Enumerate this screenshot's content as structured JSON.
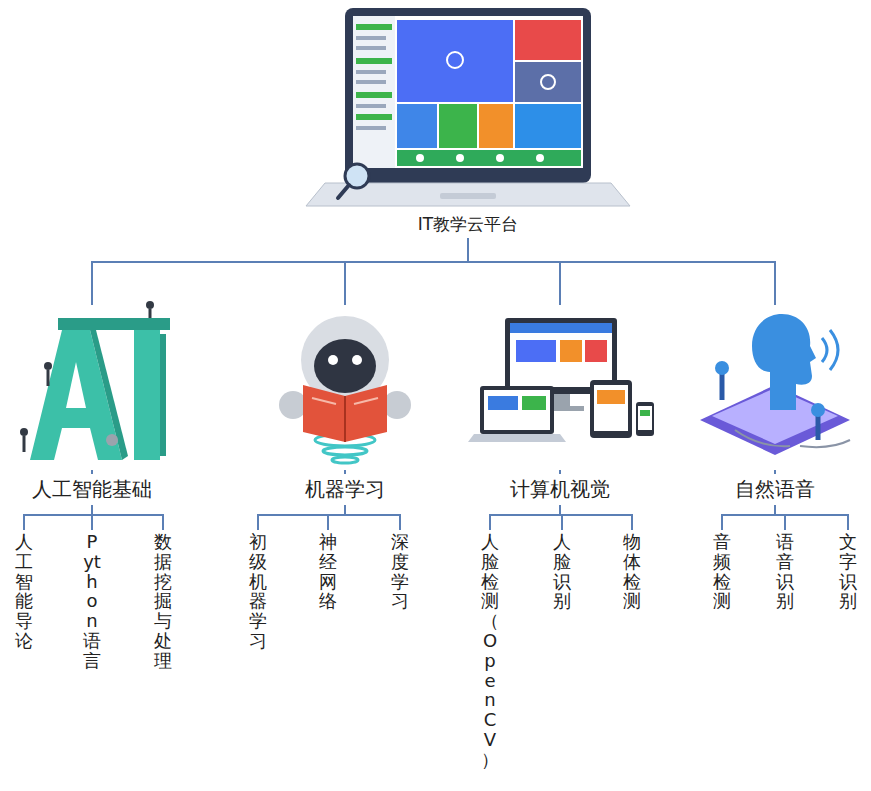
{
  "diagram": {
    "nodes": [
      {
        "text": [
          "IT教学云平台"
        ]
      },
      {
        "text": [
          "人工智能基础"
        ]
      },
      {
        "text": [
          "机器学习"
        ]
      },
      {
        "text": [
          "计算机视觉"
        ]
      },
      {
        "text": [
          "自然语音"
        ]
      },
      {
        "text": [
          "人工智能导论"
        ]
      },
      {
        "text": [
          "Python语言"
        ]
      },
      {
        "text": [
          "数据挖掘与处理"
        ]
      },
      {
        "text": [
          "初级机器学习"
        ]
      },
      {
        "text": [
          "神经网络"
        ]
      },
      {
        "text": [
          "深度学习"
        ]
      },
      {
        "text": [
          "人脸检测（OpenCV）"
        ]
      },
      {
        "text": [
          "人脸识别"
        ]
      },
      {
        "text": [
          "物体检测"
        ]
      },
      {
        "text": [
          "音频检测"
        ]
      },
      {
        "text": [
          "语音识别"
        ]
      },
      {
        "text": [
          "文字识别"
        ]
      }
    ],
    "edges": [
      {
        "from": 0,
        "to": 1,
        "arrow": "none"
      },
      {
        "from": 0,
        "to": 2,
        "arrow": "none"
      },
      {
        "from": 0,
        "to": 3,
        "arrow": "none"
      },
      {
        "from": 0,
        "to": 4,
        "arrow": "none"
      },
      {
        "from": 1,
        "to": 5,
        "arrow": "none"
      },
      {
        "from": 1,
        "to": 6,
        "arrow": "none"
      },
      {
        "from": 1,
        "to": 7,
        "arrow": "none"
      },
      {
        "from": 2,
        "to": 8,
        "arrow": "none"
      },
      {
        "from": 2,
        "to": 9,
        "arrow": "none"
      },
      {
        "from": 2,
        "to": 10,
        "arrow": "none"
      },
      {
        "from": 3,
        "to": 11,
        "arrow": "none"
      },
      {
        "from": 3,
        "to": 12,
        "arrow": "none"
      },
      {
        "from": 3,
        "to": 13,
        "arrow": "none"
      },
      {
        "from": 4,
        "to": 14,
        "arrow": "none"
      },
      {
        "from": 4,
        "to": 15,
        "arrow": "none"
      },
      {
        "from": 4,
        "to": 16,
        "arrow": "none"
      }
    ]
  }
}
